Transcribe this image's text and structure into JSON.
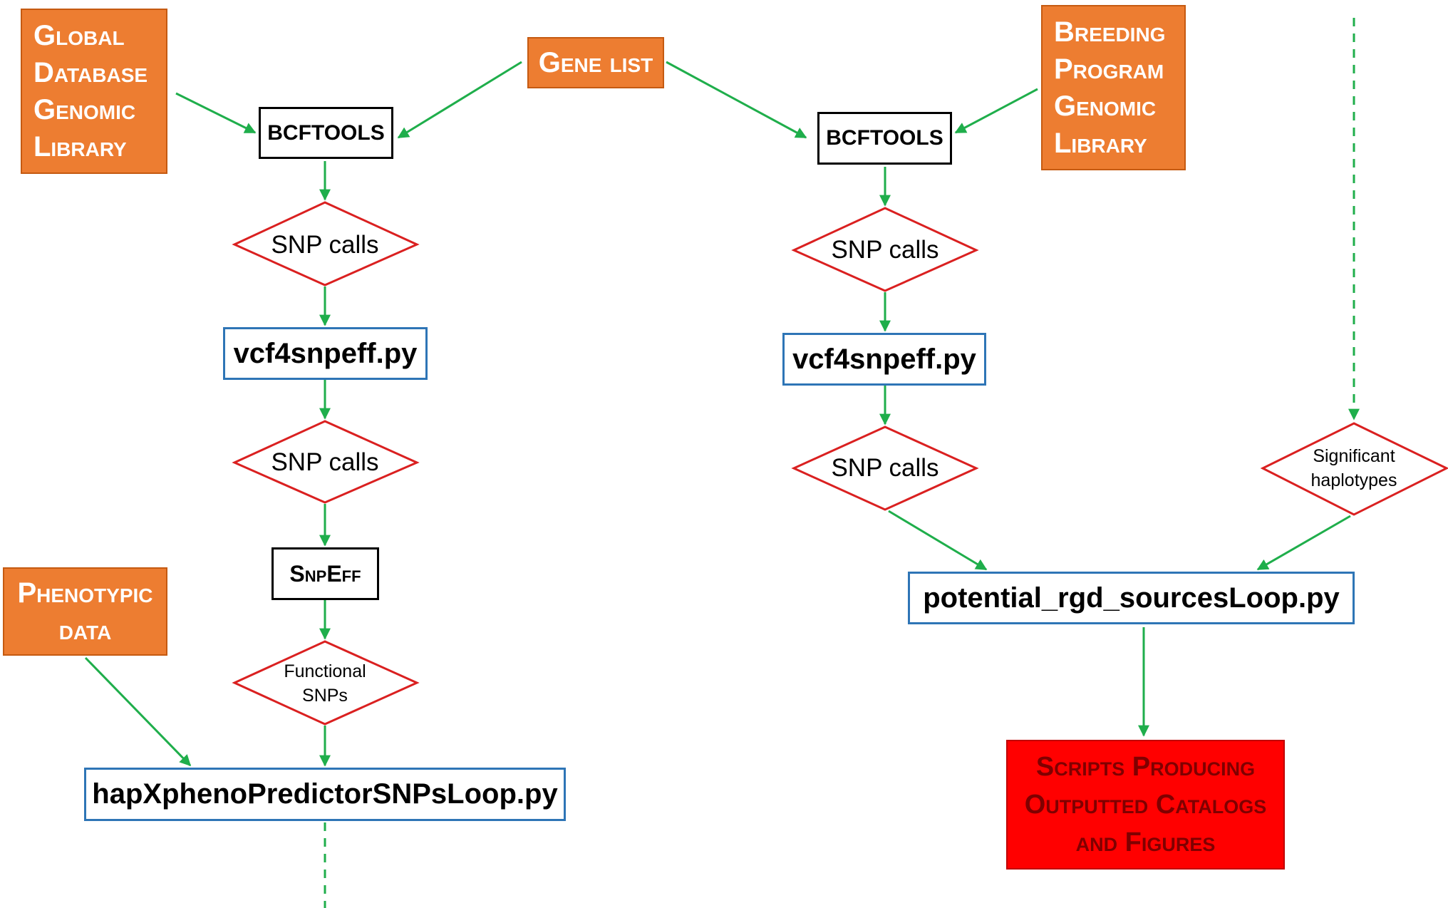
{
  "colors": {
    "input_fill": "#ED7D31",
    "tool_border": "#000000",
    "script_border": "#2E75B6",
    "decision_border": "#DA2020",
    "arrow": "#1FAE4B",
    "output_fill": "#FF0000"
  },
  "inputs": {
    "global_library": "Global\nDatabase\nGenomic\nLibrary",
    "gene_list": "Gene list",
    "breeding_library": "Breeding\nProgram\nGenomic\nLibrary",
    "phenotypic_data": "Phenotypic\ndata"
  },
  "left_pipeline": {
    "bcftools": "BCFTOOLS",
    "snp_calls_1": "SNP calls",
    "vcf4snpeff": "vcf4snpeff.py",
    "snp_calls_2": "SNP calls",
    "snpeff": "SnpEff",
    "functional_snps": "Functional\nSNPs",
    "hapxpheno": "hapXphenoPredictorSNPsLoop.py"
  },
  "right_pipeline": {
    "bcftools": "BCFTOOLS",
    "snp_calls_1": "SNP calls",
    "vcf4snpeff": "vcf4snpeff.py",
    "snp_calls_2": "SNP calls",
    "significant_haplotypes": "Significant\nhaplotypes",
    "potential_rgd": "potential_rgd_sourcesLoop.py",
    "output_scripts": "Scripts Producing\nOutputted Catalogs\nand Figures"
  }
}
